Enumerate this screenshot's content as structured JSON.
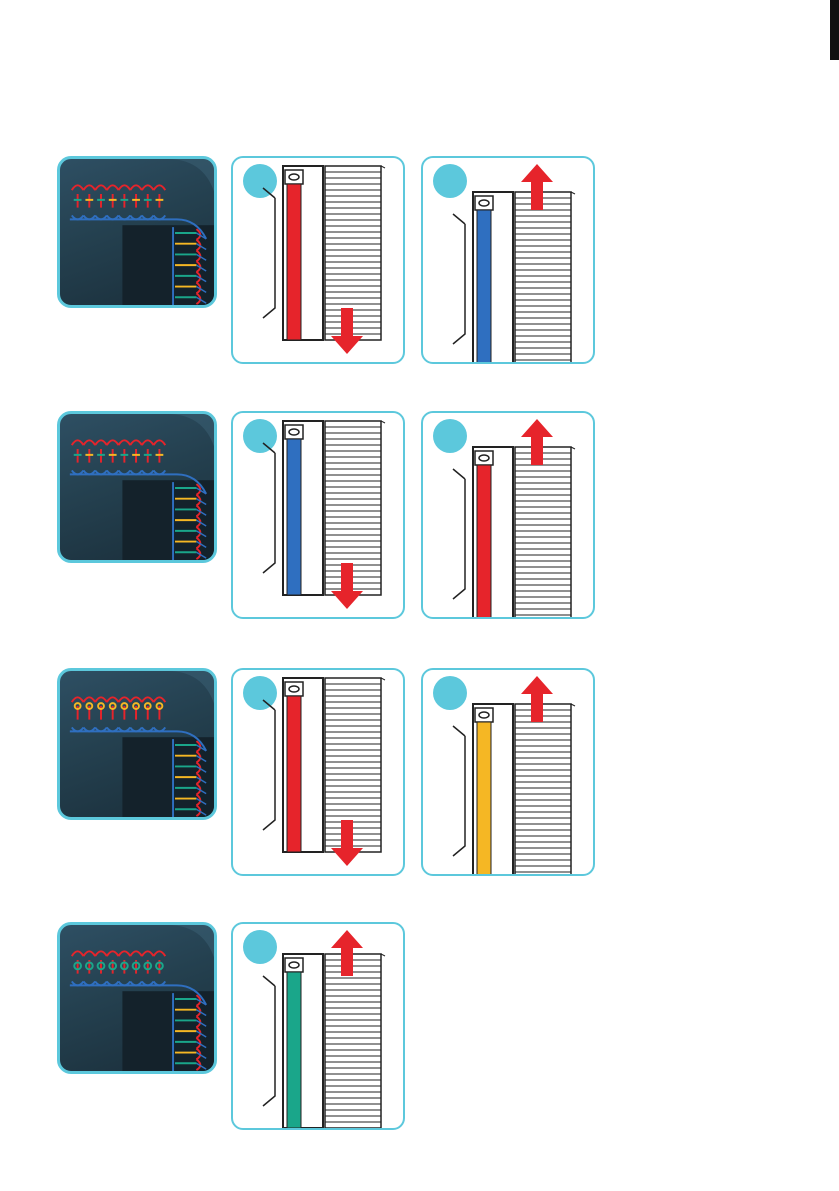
{
  "colors": {
    "border_accent": "#5cc8dc",
    "badge": "#5cc8dc",
    "arrow": "#e6242b",
    "thread_red": "#e6242b",
    "thread_blue": "#2f6fc0",
    "thread_yellow": "#f5b724",
    "thread_green": "#1aa68a",
    "fabric_dark": "#24404f"
  },
  "steps": [
    {
      "fabric": {
        "icon": "overlock-stitch-photo-1"
      },
      "panels": [
        {
          "thread_color": "#e6242b",
          "arrow": "down"
        },
        {
          "thread_color": "#2f6fc0",
          "arrow": "up"
        }
      ]
    },
    {
      "fabric": {
        "icon": "overlock-stitch-photo-2"
      },
      "panels": [
        {
          "thread_color": "#2f6fc0",
          "arrow": "down"
        },
        {
          "thread_color": "#e6242b",
          "arrow": "up"
        }
      ]
    },
    {
      "fabric": {
        "icon": "overlock-stitch-photo-3"
      },
      "panels": [
        {
          "thread_color": "#e6242b",
          "arrow": "down"
        },
        {
          "thread_color": "#f5b724",
          "arrow": "up"
        }
      ]
    },
    {
      "fabric": {
        "icon": "overlock-stitch-photo-4"
      },
      "panels": [
        {
          "thread_color": "#1aa68a",
          "arrow": "up"
        }
      ]
    }
  ]
}
